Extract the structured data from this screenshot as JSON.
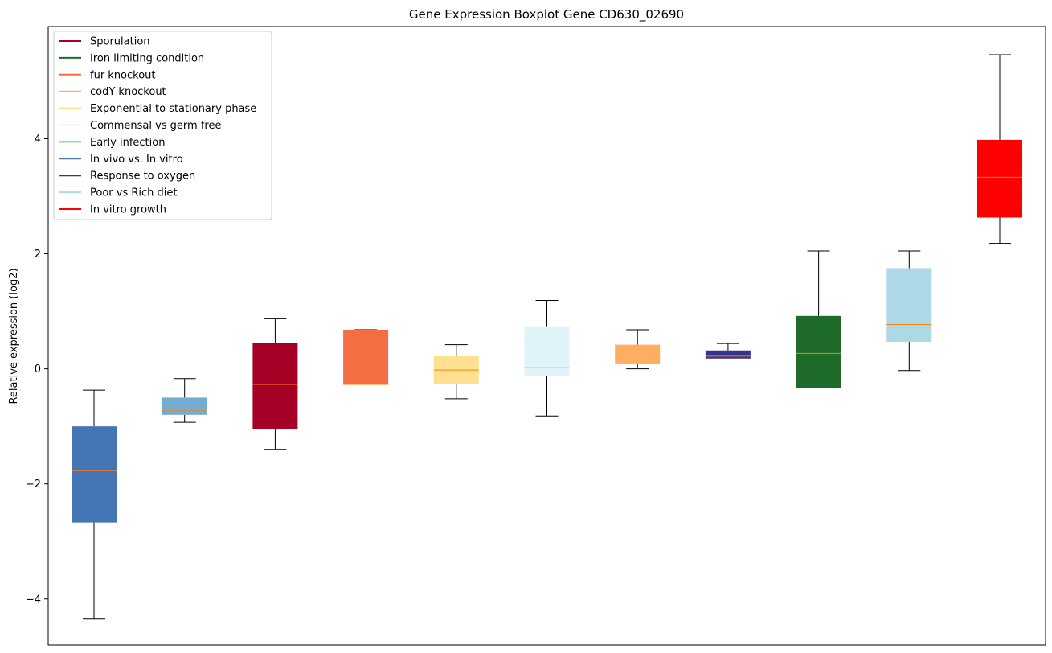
{
  "chart_data": {
    "type": "box",
    "title": "Gene Expression Boxplot Gene CD630_02690",
    "xlabel": "",
    "ylabel": "Relative expression (log2)",
    "ylim": [
      -4.8,
      5.95
    ],
    "yticks": [
      -4,
      -2,
      0,
      2,
      4
    ],
    "ytick_labels": [
      "−4",
      "−2",
      "0",
      "2",
      "4"
    ],
    "grid": false,
    "legend_position": "top-left",
    "median_color": "#ff7f0e",
    "legend": [
      {
        "label": "Sporulation",
        "color": "#a50026"
      },
      {
        "label": "Iron limiting condition",
        "color": "#1f6b2a"
      },
      {
        "label": "fur knockout",
        "color": "#f46d43"
      },
      {
        "label": "codY knockout",
        "color": "#fdae61"
      },
      {
        "label": "Exponential to stationary phase",
        "color": "#fee090"
      },
      {
        "label": "Commensal vs germ free",
        "color": "#e0f3f8"
      },
      {
        "label": "Early infection",
        "color": "#74add1"
      },
      {
        "label": "In vivo vs. In vitro",
        "color": "#4575b4"
      },
      {
        "label": "Response to oxygen",
        "color": "#313695"
      },
      {
        "label": "Poor vs Rich diet",
        "color": "#add8e6"
      },
      {
        "label": "In vitro growth",
        "color": "#ff0000"
      }
    ],
    "boxes": [
      {
        "color": "#4575b4",
        "whislo": -4.35,
        "q1": -2.67,
        "median": -1.77,
        "q3": -1.0,
        "whishi": -0.37
      },
      {
        "color": "#74add1",
        "whislo": -0.93,
        "q1": -0.8,
        "median": -0.73,
        "q3": -0.5,
        "whishi": -0.17
      },
      {
        "color": "#a50026",
        "whislo": -1.4,
        "q1": -1.05,
        "median": -0.27,
        "q3": 0.45,
        "whishi": 0.87
      },
      {
        "color": "#f46d43",
        "whislo": -0.27,
        "q1": -0.27,
        "median": -0.27,
        "q3": 0.68,
        "whishi": 0.68
      },
      {
        "color": "#fee090",
        "whislo": -0.52,
        "q1": -0.27,
        "median": -0.02,
        "q3": 0.22,
        "whishi": 0.42
      },
      {
        "color": "#e0f3f8",
        "whislo": -0.82,
        "q1": -0.13,
        "median": 0.02,
        "q3": 0.74,
        "whishi": 1.19
      },
      {
        "color": "#fdae61",
        "whislo": 0.0,
        "q1": 0.08,
        "median": 0.17,
        "q3": 0.42,
        "whishi": 0.68
      },
      {
        "color": "#313695",
        "whislo": 0.17,
        "q1": 0.18,
        "median": 0.22,
        "q3": 0.32,
        "whishi": 0.44
      },
      {
        "color": "#1f6b2a",
        "whislo": -0.33,
        "q1": -0.33,
        "median": 0.27,
        "q3": 0.92,
        "whishi": 2.05
      },
      {
        "color": "#add8e6",
        "whislo": -0.03,
        "q1": 0.47,
        "median": 0.77,
        "q3": 1.75,
        "whishi": 2.05
      },
      {
        "color": "#ff0000",
        "whislo": 2.18,
        "q1": 2.63,
        "median": 3.33,
        "q3": 3.98,
        "whishi": 5.46
      }
    ]
  }
}
